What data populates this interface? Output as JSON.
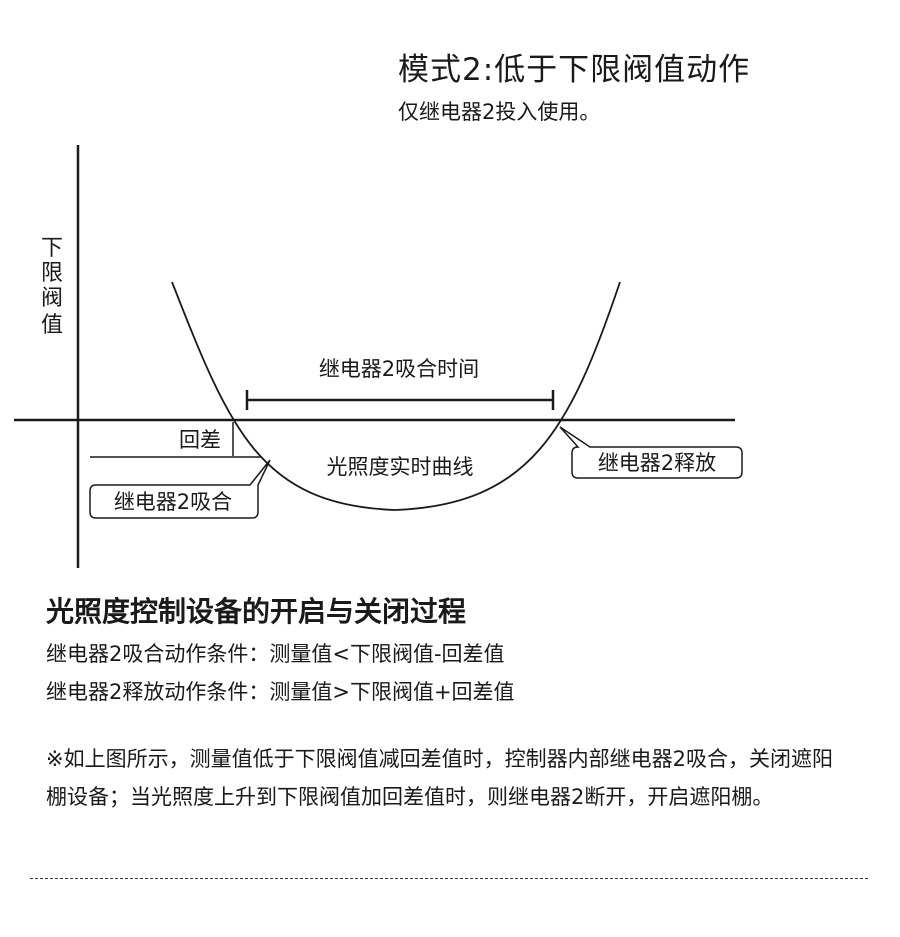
{
  "header": {
    "mode_title": "模式2:低于下限阀值动作",
    "mode_subtitle": "仅继电器2投入使用。"
  },
  "diagram": {
    "y_axis_label": [
      "下",
      "限",
      "阀",
      "值"
    ],
    "hysteresis_label": "回差",
    "curve_label": "光照度实时曲线",
    "on_duration_label": "继电器2吸合时间",
    "relay_on_callout": "继电器2吸合",
    "relay_off_callout": "继电器2释放"
  },
  "section": {
    "title": "光照度控制设备的开启与关闭过程",
    "condition_on": "继电器2吸合动作条件：测量值<下限阀值-回差值",
    "condition_off": "继电器2释放动作条件：测量值>下限阀值+回差值"
  },
  "note": {
    "text": "※如上图所示，测量值低于下限阀值减回差值时，控制器内部继电器2吸合，关闭遮阳棚设备；当光照度上升到下限阀值加回差值时，则继电器2断开，开启遮阳棚。"
  }
}
